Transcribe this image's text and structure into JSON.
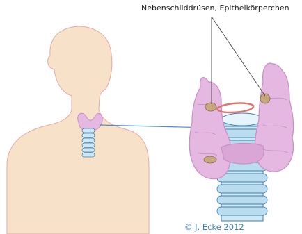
{
  "labels": {
    "parathyroid_callout": "Nebenschilddrüsen, Epithelkörperchen",
    "copyright": "© J. Ecke 2012"
  },
  "colors": {
    "skin": "#f7e1c9",
    "skin_outline": "#e6a8a2",
    "thyroid_fill": "#e4b8e0",
    "thyroid_dark": "#c98cc6",
    "trachea": "#cfe8f5",
    "trachea_outline": "#3f7fb0",
    "parathyroid": "#c7a77f",
    "recurrent_nerve": "#d97670",
    "connector_line": "#4a8fc9",
    "copyright_text": "#3a7fc0"
  },
  "icons": [
    "human-silhouette-figure",
    "thyroid-illustration"
  ]
}
